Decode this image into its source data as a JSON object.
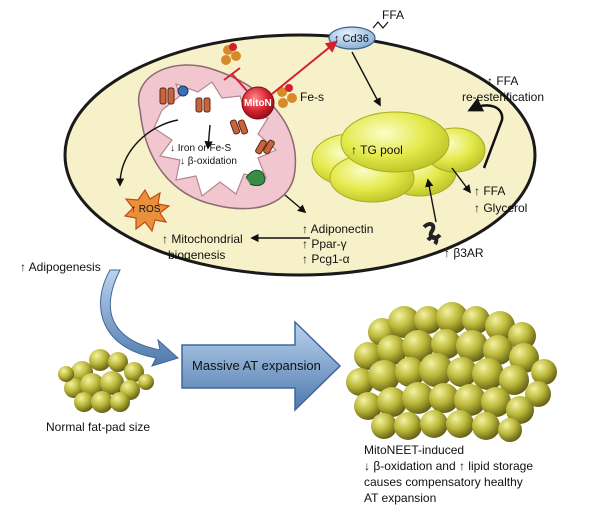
{
  "labels": {
    "ffa_top": "FFA",
    "cd36": "↑ Cd36",
    "mitoN": "MitoN",
    "fe_s": "Fe-s",
    "iron_line1": "↓ Iron or Fe-S",
    "iron_line2": "↓ β-oxidation",
    "ros": "↑ ROS",
    "tg_pool": "↑ TG pool",
    "ffa_reester_line1": "↑ FFA",
    "ffa_reester_line2": "re-esterification",
    "ffa_out": "↑ FFA",
    "glycerol_out": "↑ Glycerol",
    "b3ar": "↑ β3AR",
    "adiponectin": "↑ Adiponectin",
    "ppar": "↑ Ppar-γ",
    "pcg1": "↑ Pcg1-α",
    "mito_bio_line1": "↑ Mitochondrial",
    "mito_bio_line2": "biogenesis",
    "adipogenesis": "↑ Adipogenesis",
    "massive": "Massive AT expansion",
    "normal": "Normal fat-pad size",
    "caption_line1": "MitoNEET-induced",
    "caption_line2": "↓ β-oxidation and ↑ lipid storage",
    "caption_line3": "causes compensatory healthy",
    "caption_line4": "AT expansion"
  },
  "colors": {
    "cell_fill": "#f6f1c8",
    "cell_stroke": "#1a1a1a",
    "mito_fill": "#f2c6cf",
    "mito_inner": "#ffffff",
    "mitoN_red": "#d3202e",
    "cd36_blue": "#8fb6dd",
    "lipid_yellow": "#e6ec58",
    "arrow_blue": "#5b86b8",
    "fat_olive": "#b7b43a",
    "inhibit_red": "#d3202e"
  }
}
